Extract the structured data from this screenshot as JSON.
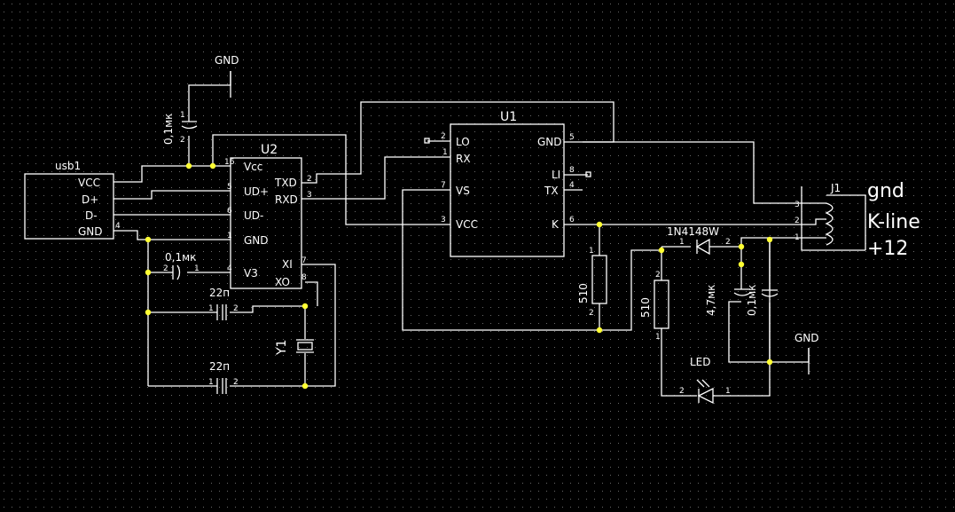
{
  "colors": {
    "background": "#000000",
    "wire": "#ffffff",
    "junction": "#ffff33",
    "grid_dot": "#6a6a6a"
  },
  "usb1": {
    "ref": "usb1",
    "pins": [
      "VCC",
      "D+",
      "D-",
      "GND"
    ],
    "pin4": "4"
  },
  "u2": {
    "ref": "U2",
    "vcc": "Vcc",
    "udp": "UD+",
    "udm": "UD-",
    "gnd": "GND",
    "v3": "V3",
    "txd": "TXD",
    "rxd": "RXD",
    "xi": "XI",
    "xo": "XO",
    "p16": "16",
    "p5": "5",
    "p6": "6",
    "p1": "1",
    "p4": "4",
    "p2": "2",
    "p3": "3",
    "p7": "7",
    "p8": "8"
  },
  "u1": {
    "ref": "U1",
    "lo": "LO",
    "rx": "RX",
    "vs": "VS",
    "vcc": "VCC",
    "gnd": "GND",
    "li": "LI",
    "tx": "TX",
    "k": "K",
    "p2": "2",
    "p1": "1",
    "p7": "7",
    "p3": "3",
    "p5": "5",
    "p8": "8",
    "p4": "4",
    "p6": "6"
  },
  "j1": {
    "ref": "J1",
    "labels": [
      "gnd",
      "K-line",
      "+12"
    ],
    "p3": "3",
    "p2": "2",
    "p1": "1"
  },
  "gnd_top": "GND",
  "gnd_right": "GND",
  "c_top": {
    "value": "0,1мк",
    "p1": "1",
    "p2": "2"
  },
  "c_v3": {
    "value": "0,1мк",
    "p2": "2",
    "p1": "1"
  },
  "c_22a": {
    "value": "22п",
    "p1": "1",
    "p2": "2"
  },
  "c_22b": {
    "value": "22п",
    "p1": "1",
    "p2": "2"
  },
  "y1": {
    "ref": "Y1"
  },
  "r_k": {
    "value": "510",
    "p1": "1",
    "p2": "2"
  },
  "r_led": {
    "value": "510",
    "p2": "2",
    "p1": "1"
  },
  "diode": {
    "part": "1N4148W",
    "p1": "1",
    "p2": "2"
  },
  "c47": {
    "value": "4,7мк"
  },
  "c01": {
    "value": "0,1мк"
  },
  "led": {
    "ref": "LED",
    "p2": "2",
    "p1": "1"
  }
}
